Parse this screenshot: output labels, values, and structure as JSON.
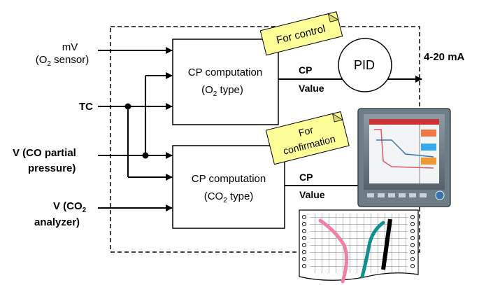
{
  "inputs": {
    "mv": "mV",
    "o2_sensor_prefix": "(O",
    "o2_sensor_sub": "2",
    "o2_sensor_suffix": " sensor)",
    "tc": "TC",
    "co_line1": "V (CO partial",
    "co_line2": "pressure)",
    "co2_line1_prefix": "V (CO",
    "co2_line1_sub": "2",
    "co2_line2": "analyzer)"
  },
  "blocks": {
    "top_title": "CP computation",
    "top_sub_prefix": "(O",
    "top_sub_sub": "2",
    "top_sub_suffix": " type)",
    "bottom_title": "CP computation",
    "bottom_sub_prefix": "(CO",
    "bottom_sub_sub": "2",
    "bottom_sub_suffix": " type)"
  },
  "outputs": {
    "cp_top": "CP",
    "value_top": "Value",
    "cp_bottom": "CP",
    "value_bottom": "Value",
    "pid": "PID",
    "current": "4-20 mA"
  },
  "notes": {
    "control": "For control",
    "confirm_line1": "For",
    "confirm_line2": "confirmation"
  },
  "colors": {
    "note_fill": "#fefe99",
    "pink_trace": "#f080a8",
    "teal_trace": "#109090",
    "recorder_body": "#6e7c86"
  }
}
